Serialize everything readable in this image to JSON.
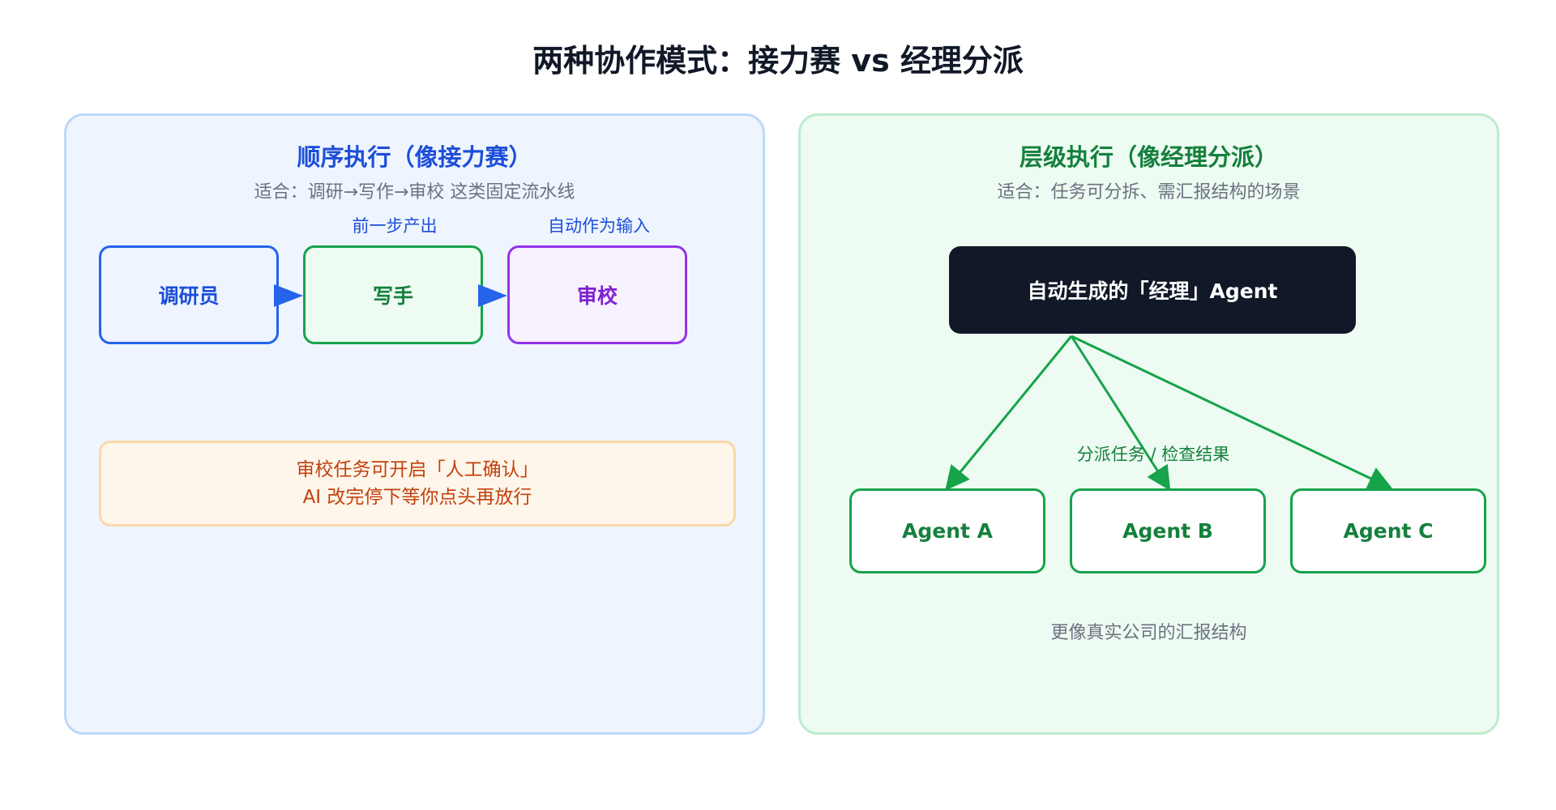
{
  "title": "两种协作模式：接力赛 vs 经理分派",
  "sequential": {
    "title": "顺序执行（像接力赛）",
    "subtitle": "适合：调研→写作→审校 这类固定流水线",
    "step_labels": [
      "前一步产出",
      "自动作为输入"
    ],
    "nodes": [
      "调研员",
      "写手",
      "审校"
    ],
    "note": {
      "line1": "审校任务可开启「人工确认」",
      "line2": "AI 改完停下等你点头再放行"
    }
  },
  "hierarchical": {
    "title": "层级执行（像经理分派）",
    "subtitle": "适合：任务可分拆、需汇报结构的场景",
    "manager": "自动生成的「经理」Agent",
    "edge_label": "分派任务 / 检查结果",
    "agents": [
      "Agent A",
      "Agent B",
      "Agent C"
    ],
    "footer": "更像真实公司的汇报结构"
  },
  "colors": {
    "blue": "#2563eb",
    "green": "#16a34a",
    "purple": "#9333ea",
    "orange": "#c2410c",
    "dark": "#111827"
  }
}
